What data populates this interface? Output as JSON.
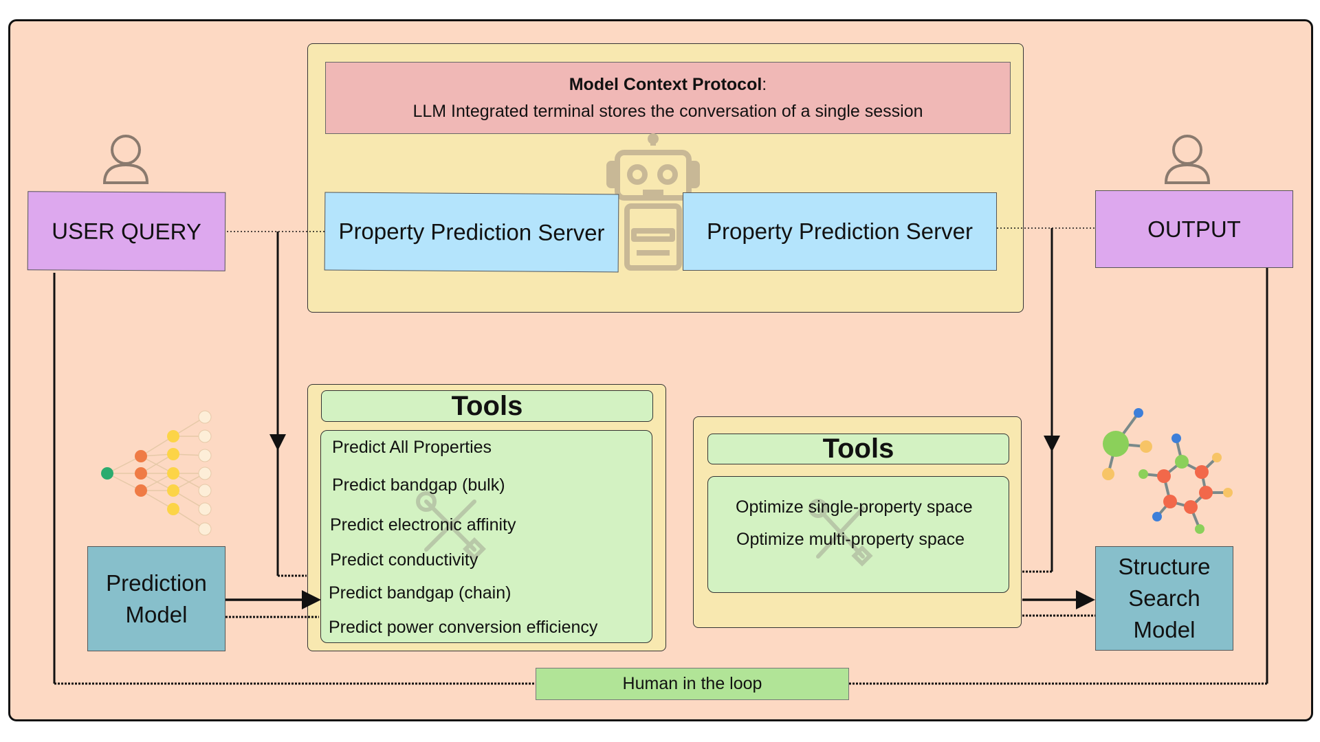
{
  "colors": {
    "background": "#fdd9c3",
    "panel": "#f8e8b0",
    "mcp_banner": "#f0b8b6",
    "server": "#b4e4fc",
    "user_box": "#dda8ee",
    "model_box": "#87bfcb",
    "tools_fill": "#d3f2c2",
    "human_loop": "#b1e497",
    "robot": "#c8b896"
  },
  "mcp": {
    "title": "Model Context Protocol",
    "title_suffix": ":",
    "subtitle": "LLM Integrated terminal stores the conversation of a single session"
  },
  "servers": {
    "left": "Property Prediction Server",
    "right": "Property Prediction Server"
  },
  "user_query": "USER QUERY",
  "output": "OUTPUT",
  "prediction_model": {
    "line1": "Prediction",
    "line2": "Model"
  },
  "structure_model": {
    "line1": "Structure",
    "line2": "Search",
    "line3": "Model"
  },
  "tools_left": {
    "title": "Tools",
    "items": [
      "Predict All Properties",
      "Predict bandgap (bulk)",
      "Predict electronic affinity",
      "Predict conductivity",
      "Predict bandgap (chain)",
      "Predict power conversion efficiency"
    ]
  },
  "tools_right": {
    "title": "Tools",
    "items": [
      "Optimize single-property space",
      "Optimize multi-property space"
    ]
  },
  "human_loop": "Human in the loop",
  "icons": {
    "user_left": "person-icon",
    "user_right": "person-icon",
    "robot": "robot-icon",
    "tools_left": "wrench-screwdriver-icon",
    "tools_right": "wrench-screwdriver-icon",
    "network": "neural-network-icon",
    "molecule": "molecule-icon"
  }
}
